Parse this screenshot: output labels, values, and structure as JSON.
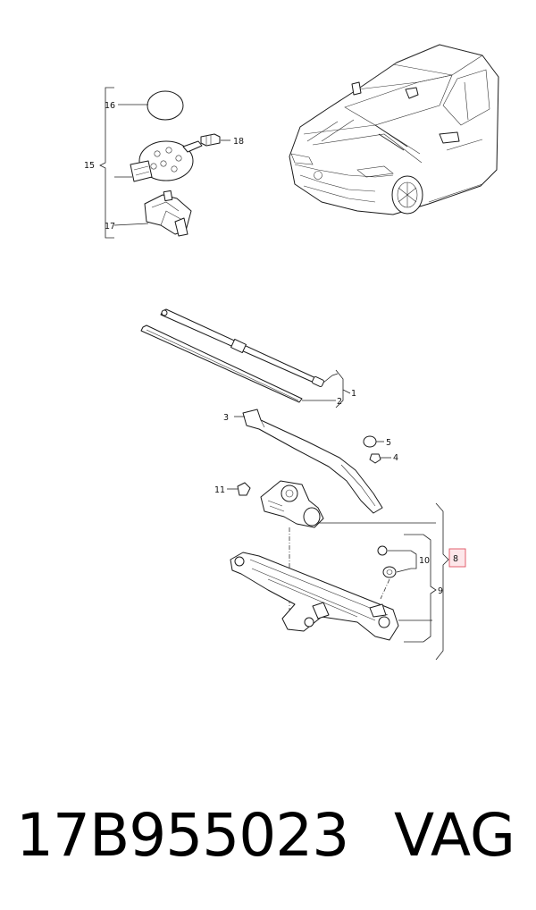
{
  "callouts": {
    "c1": "1",
    "c2": "2",
    "c3": "3",
    "c4": "4",
    "c5": "5",
    "c8": "8",
    "c9": "9",
    "c10": "10",
    "c11": "11",
    "c15": "15",
    "c16": "16",
    "c17": "17",
    "c18": "18"
  },
  "highlight_color": "#e05060",
  "caption": {
    "part_number": "17B955023",
    "brand": "VAG"
  }
}
